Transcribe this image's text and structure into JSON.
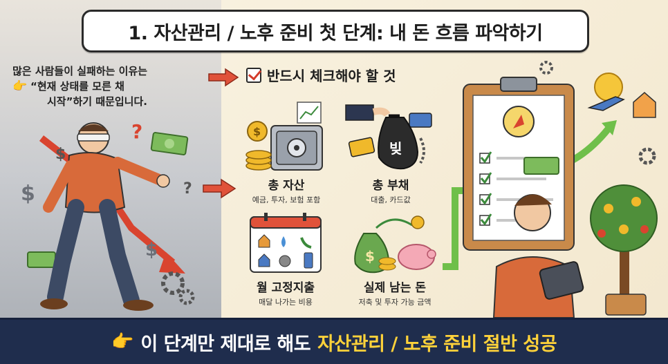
{
  "title": "1. 자산관리 / 노후 준비 첫 단계: 내 돈 흐름 파악하기",
  "intro": {
    "line1": "많은 사람들이 실패하는 이유는",
    "line2": "“현재 상태를 모른 채",
    "line3": "시작”하기 때문입니다."
  },
  "checklist_heading": "반드시 체크해야 할 것",
  "items": [
    {
      "name": "총 자산",
      "desc": "예금, 투자, 보험 포함"
    },
    {
      "name": "총 부채",
      "desc": "대출, 카드값"
    },
    {
      "name": "월 고정지출",
      "desc": "매달 나가는 비용"
    },
    {
      "name": "실제 남는 돈",
      "desc": "저축 및 투자 가능 금액"
    }
  ],
  "debt_bag_label": "빚",
  "bottom": {
    "prefix": "이 단계만 제대로 해도",
    "highlight": "자산관리 / 노후 준비 절반 성공"
  },
  "colors": {
    "accent_red": "#e0523a",
    "accent_green": "#6fbf4a",
    "banner_bg": "#1f2d4d",
    "highlight_yellow": "#ffd23a"
  },
  "icons": [
    "hand-pointing-icon",
    "checkbox-icon",
    "safe-icon",
    "money-bag-icon",
    "calendar-icon",
    "piggy-bank-icon",
    "clipboard-icon",
    "compass-icon",
    "airplane-icon",
    "house-icon",
    "sun-icon",
    "money-tree-icon",
    "gear-icon",
    "tablet-icon"
  ]
}
